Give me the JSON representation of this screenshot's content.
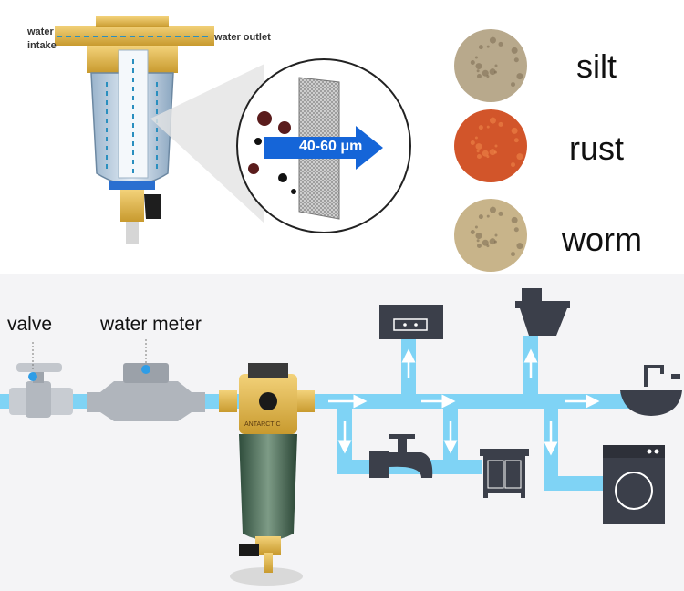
{
  "top": {
    "labels": {
      "water_intake": "water intake",
      "water_outlet": "water outlet",
      "micron": "40-60 μm"
    },
    "contaminants": [
      {
        "label": "silt",
        "color": "#b8a98c"
      },
      {
        "label": "rust",
        "color": "#d2552a"
      },
      {
        "label": "worm",
        "color": "#c8b48a"
      }
    ]
  },
  "bottom": {
    "labels": {
      "valve": "valve",
      "water_meter": "water meter",
      "filter_brand": "ANTARCTIC"
    },
    "colors": {
      "pipe": "#7fd3f5",
      "appliance": "#3b3f4a",
      "panel_bg": "#f4f4f6"
    }
  }
}
